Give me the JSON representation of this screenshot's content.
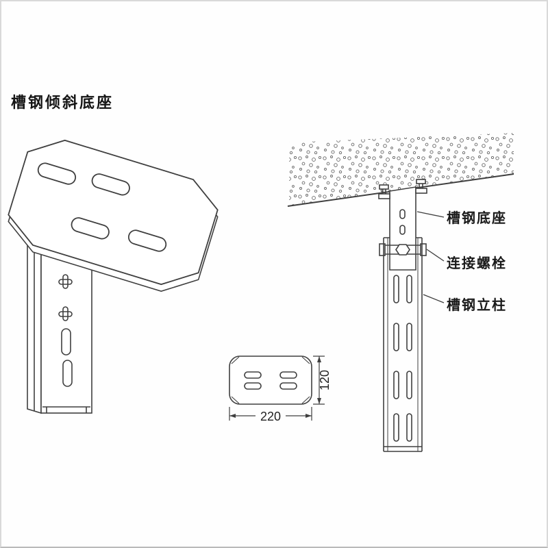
{
  "title": "槽钢倾斜底座",
  "callouts": {
    "base": "槽钢底座",
    "bolt": "连接螺栓",
    "column": "槽钢立柱"
  },
  "plan_dimensions": {
    "width": "220",
    "height": "120"
  },
  "colors": {
    "line": "#3f3f3f",
    "paper": "#fefefe"
  }
}
